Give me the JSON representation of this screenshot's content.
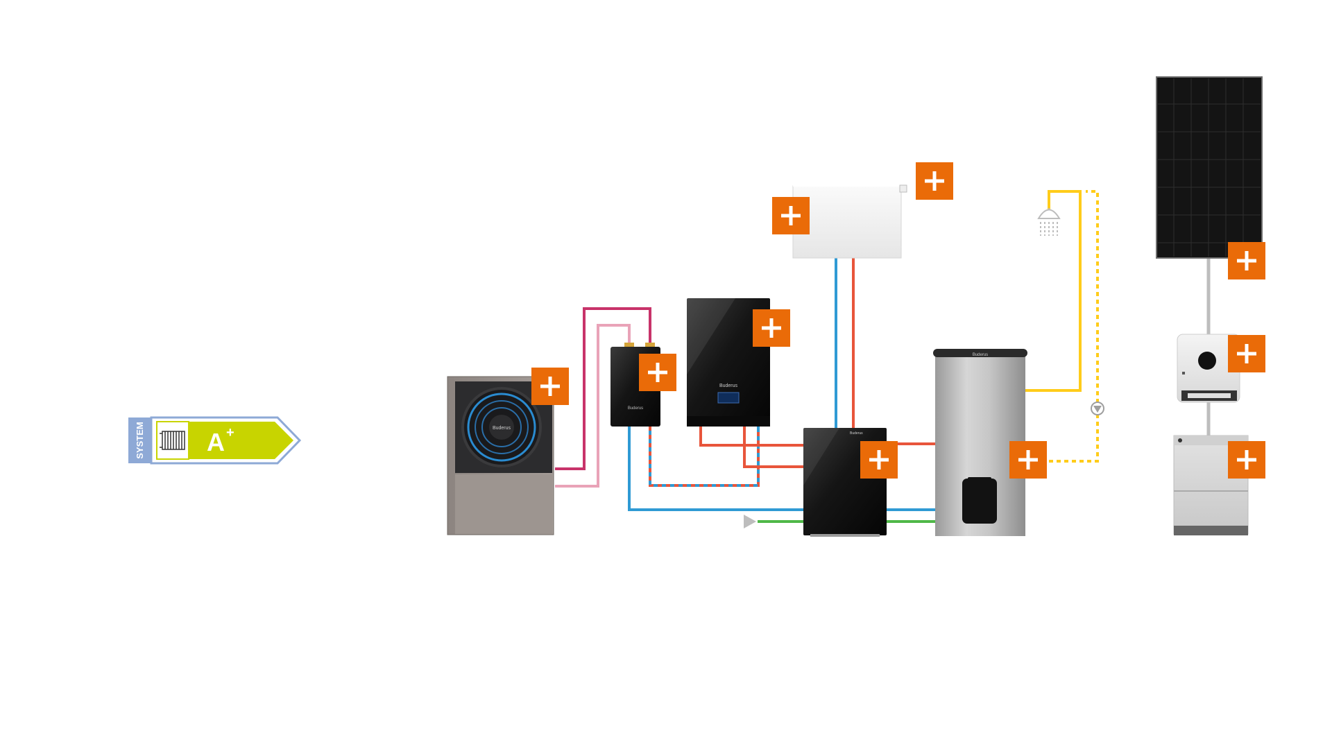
{
  "energy_label": {
    "system_text": "SYSTEM",
    "rating_letter": "A",
    "rating_suffix": "+",
    "colors": {
      "system_band": "#8ea9d6",
      "arrow_fill": "#c8d400",
      "arrow_border": "#8ea9d6"
    }
  },
  "devices": {
    "heat_pump_brand": "Buderus",
    "hydraulic_module_brand": "Buderus",
    "indoor_unit_brand": "Buderus",
    "control_unit_brand": "Buderus",
    "storage_tank_brand": "Buderus"
  },
  "icons": {
    "hotspot": "plus-icon",
    "shower": "shower-icon",
    "pump": "circulation-pump-icon",
    "flow_direction": "flow-arrow-icon"
  },
  "colors": {
    "hotspot": "#ea6b08",
    "flow_hot": "#e8553b",
    "flow_cold": "#2f9ad4",
    "refrigerant_hot": "#c8336a",
    "refrigerant_cold": "#e9a3b8",
    "potable_water": "#ffcc1a",
    "gas_supply": "#4fb848",
    "electric": "#bdbdbd"
  }
}
